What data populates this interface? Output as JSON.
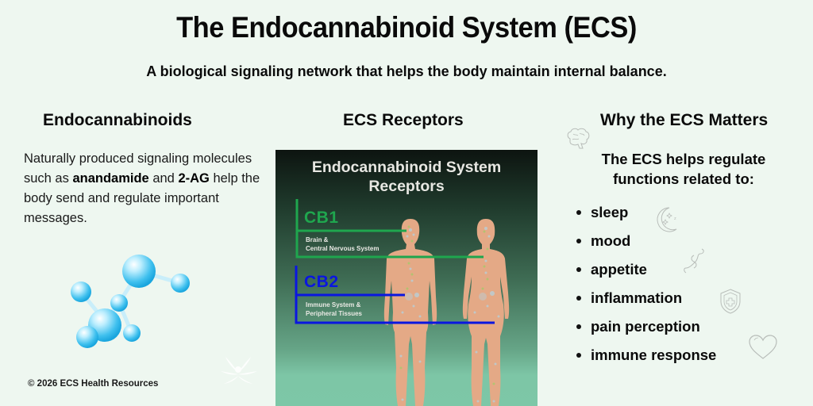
{
  "header": {
    "title": "The Endocannabinoid System (ECS)",
    "subtitle": "A biological signaling network that helps the body maintain internal balance."
  },
  "left_column": {
    "heading": "Endocannabinoids",
    "body": {
      "part1": "Naturally produced signaling molecules such as ",
      "bold1": "anandamide",
      "part2": " and ",
      "bold2": "2-AG",
      "part3": " help the body send and regulate important messages."
    },
    "image": "molecule-illustration"
  },
  "middle_column": {
    "heading": "ECS Receptors",
    "panel": {
      "title_line1": "Endocannabinoid System",
      "title_line2": "Receptors",
      "cb1": {
        "label": "CB1",
        "desc_line1": "Brain &",
        "desc_line2": "Central Nervous System",
        "color": "#1fa64e"
      },
      "cb2": {
        "label": "CB2",
        "desc_line1": "Immune System &",
        "desc_line2": "Peripheral Tissues",
        "color": "#0a16e0"
      }
    }
  },
  "right_column": {
    "heading": "Why the ECS Matters",
    "intro": "The ECS helps regulate functions related to:",
    "functions": [
      "sleep",
      "mood",
      "appetite",
      "inflammation",
      "pain perception",
      "immune response"
    ],
    "icons": [
      "brain-icon",
      "moon-icon",
      "intestine-icon",
      "shield-icon",
      "heart-icon"
    ]
  },
  "footer": {
    "copyright": "© 2026 ECS Health Resources",
    "logo": "leaf-logo"
  },
  "colors": {
    "background": "#eef7f0",
    "panel_top": "#0d1410",
    "panel_bottom": "#7dc7a7",
    "cb1": "#1fa64e",
    "cb2": "#0a16e0"
  }
}
